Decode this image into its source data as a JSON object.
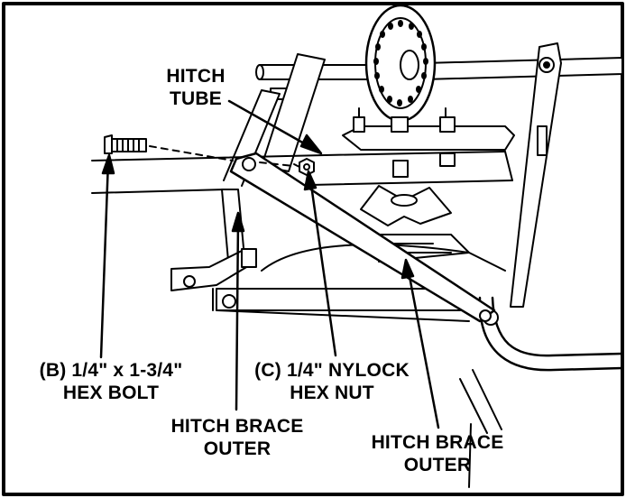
{
  "labels": {
    "hitch_tube": {
      "line1": "HITCH",
      "line2": "TUBE"
    },
    "hex_bolt": {
      "line1": "(B) 1/4\" x 1-3/4\"",
      "line2": "HEX BOLT"
    },
    "nylock_nut": {
      "line1": "(C) 1/4\" NYLOCK",
      "line2": "HEX NUT"
    },
    "brace_left": {
      "line1": "HITCH BRACE",
      "line2": "OUTER"
    },
    "brace_right": {
      "line1": "HITCH BRACE",
      "line2": "OUTER"
    }
  }
}
